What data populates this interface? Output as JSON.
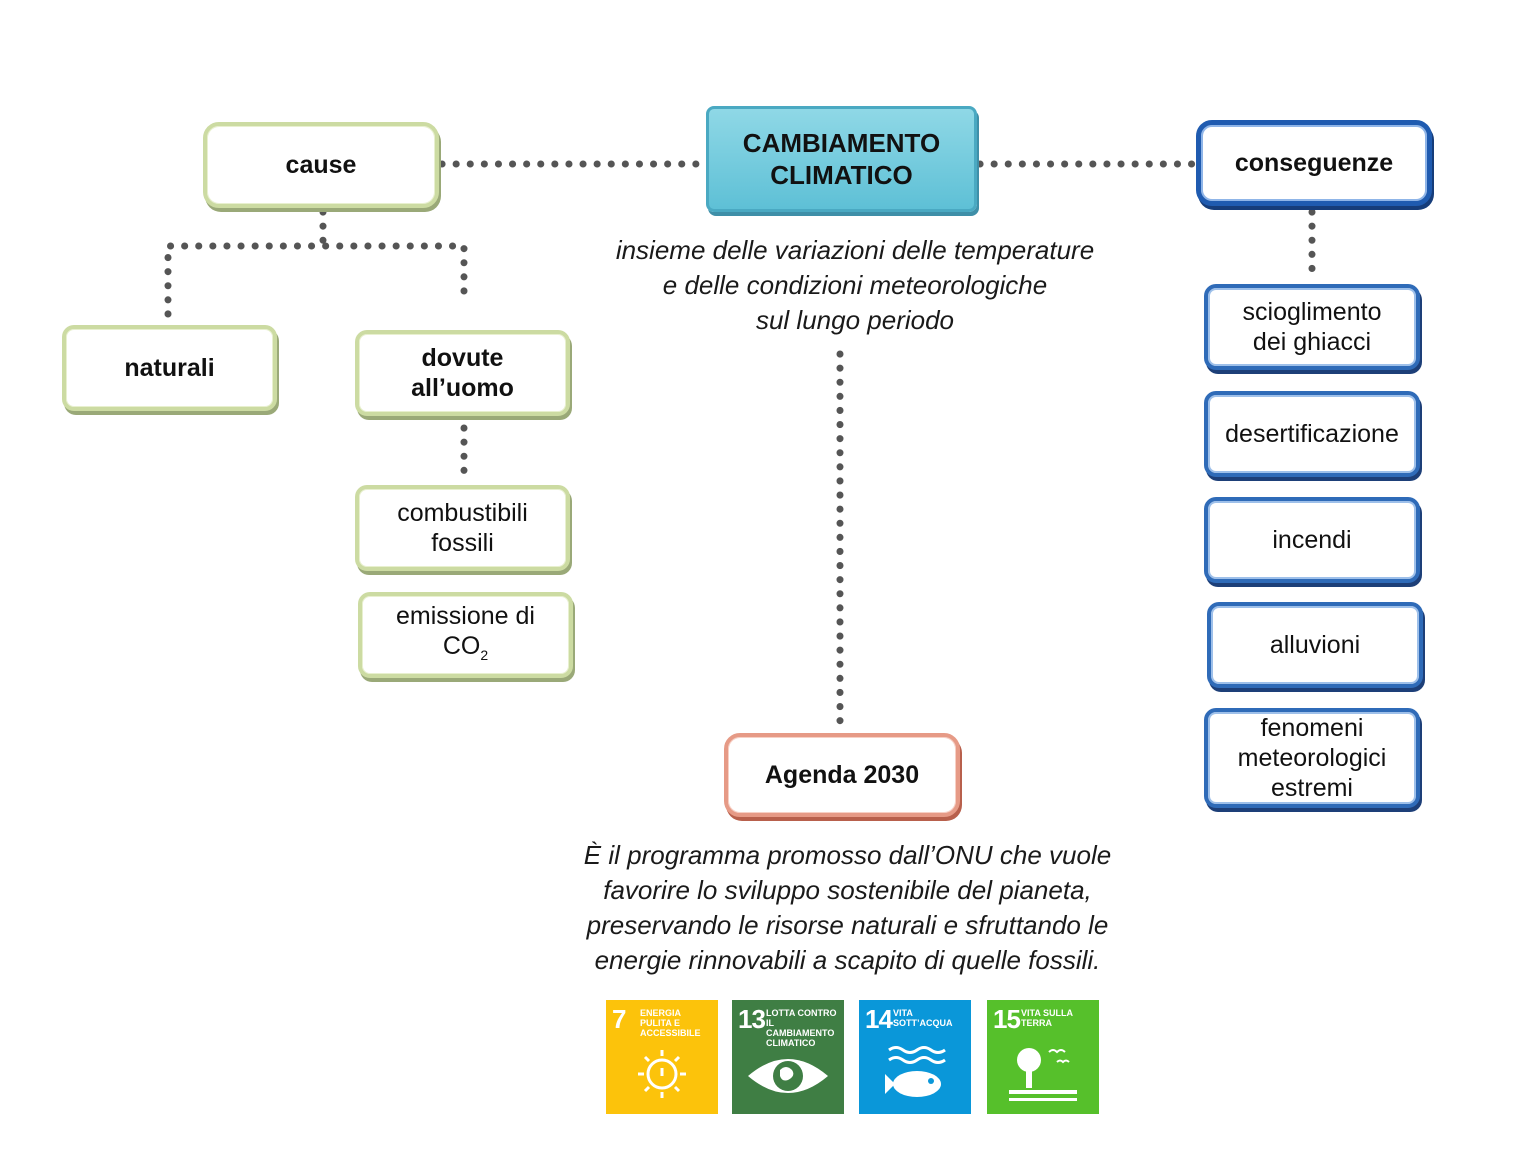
{
  "central": {
    "line1": "CAMBIAMENTO",
    "line2": "CLIMATICO"
  },
  "definition": {
    "line1": "insieme delle variazioni delle temperature",
    "line2": "e delle condizioni meteorologiche",
    "line3": "sul lungo periodo"
  },
  "causes": {
    "title": "cause",
    "natural": "naturali",
    "human_line1": "dovute",
    "human_line2": "all’uomo",
    "fossil_line1": "combustibili",
    "fossil_line2": "fossili",
    "co2_line1": "emissione di",
    "co2_main": "CO",
    "co2_sub": "2"
  },
  "consequences": {
    "title": "conseguenze",
    "ice_line1": "scioglimento",
    "ice_line2": "dei ghiacci",
    "desert": "desertificazione",
    "fires": "incendi",
    "floods": "alluvioni",
    "extreme_line1": "fenomeni",
    "extreme_line2": "meteorologici",
    "extreme_line3": "estremi"
  },
  "agenda": {
    "title": "Agenda 2030",
    "line1": "È il programma promosso dall’ONU che vuole",
    "line2": "favorire lo sviluppo sostenibile del pianeta,",
    "line3": "preservando le risorse naturali e sfruttando le",
    "line4": "energie rinnovabili a scapito di quelle fossili."
  },
  "sdgs": [
    {
      "number": "7",
      "title": "ENERGIA PULITA E ACCESSIBILE",
      "color": "#fcc30b",
      "icon": "sun-power-icon"
    },
    {
      "number": "13",
      "title": "LOTTA CONTRO IL CAMBIAMENTO CLIMATICO",
      "color": "#3f7e44",
      "icon": "earth-eye-icon"
    },
    {
      "number": "14",
      "title": "VITA SOTT’ACQUA",
      "color": "#0a97d9",
      "icon": "fish-waves-icon"
    },
    {
      "number": "15",
      "title": "VITA SULLA TERRA",
      "color": "#56c02b",
      "icon": "tree-birds-icon"
    }
  ],
  "colors": {
    "green_border": "#ccdba2",
    "blue_border": "#2f6bb8",
    "central_fill": "#6fc8dc",
    "agenda_border": "#e69a86",
    "connector": "#555555"
  }
}
